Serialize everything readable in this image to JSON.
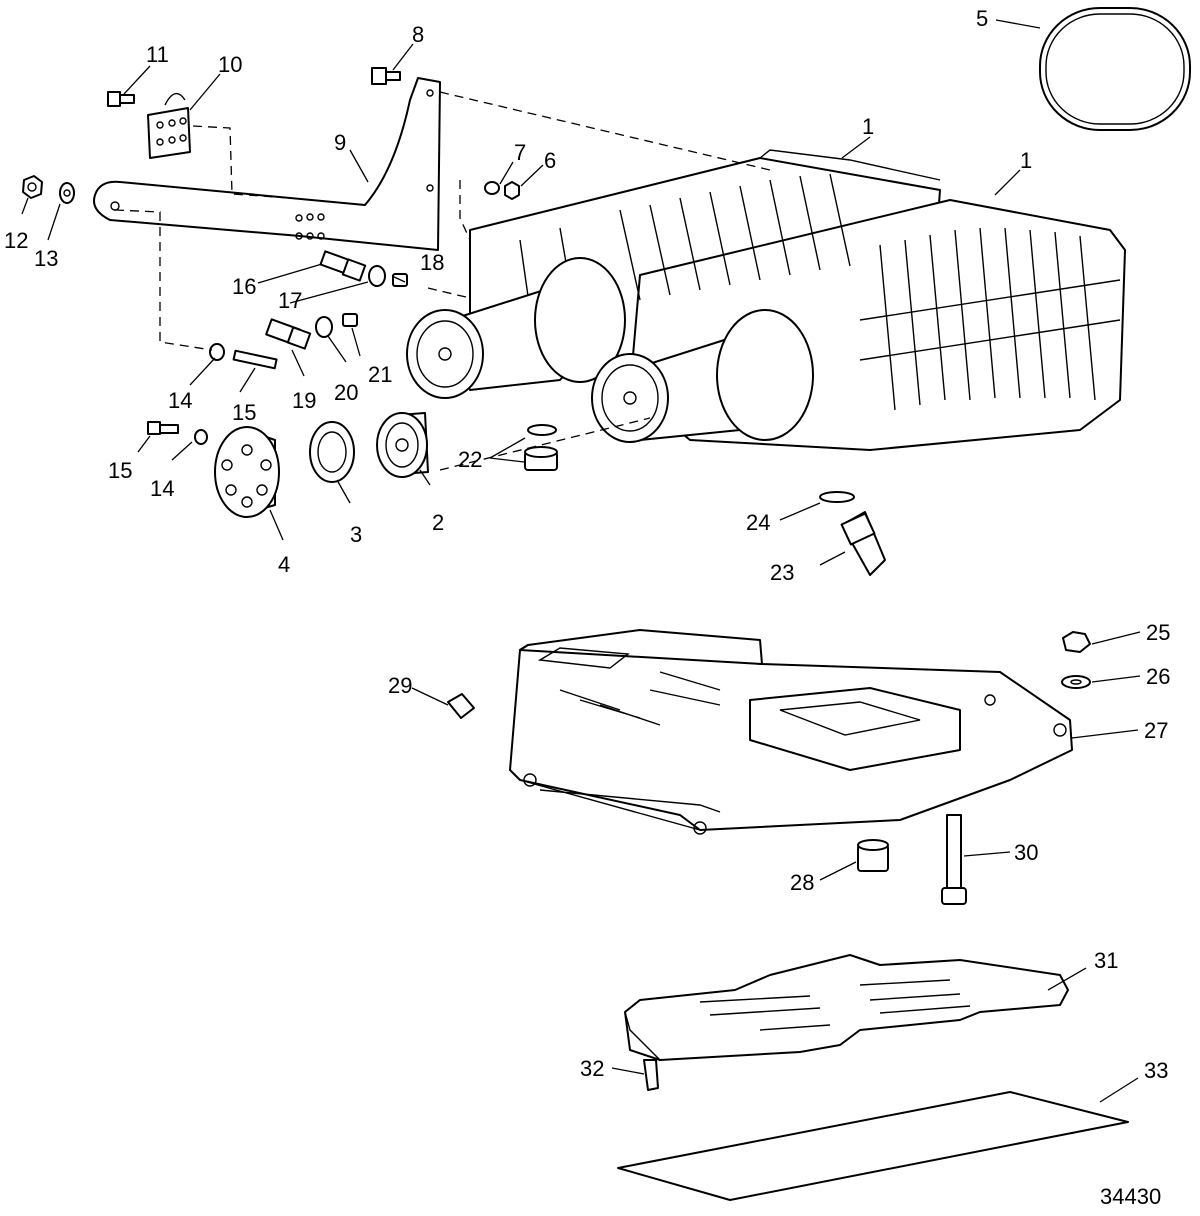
{
  "diagram": {
    "figure_id": "34430",
    "callouts": [
      "1",
      "1",
      "2",
      "3",
      "4",
      "5",
      "6",
      "7",
      "8",
      "9",
      "10",
      "11",
      "12",
      "13",
      "14",
      "14",
      "15",
      "15",
      "16",
      "17",
      "18",
      "19",
      "20",
      "21",
      "22",
      "23",
      "24",
      "25",
      "26",
      "27",
      "28",
      "29",
      "30",
      "31",
      "32",
      "33"
    ]
  }
}
